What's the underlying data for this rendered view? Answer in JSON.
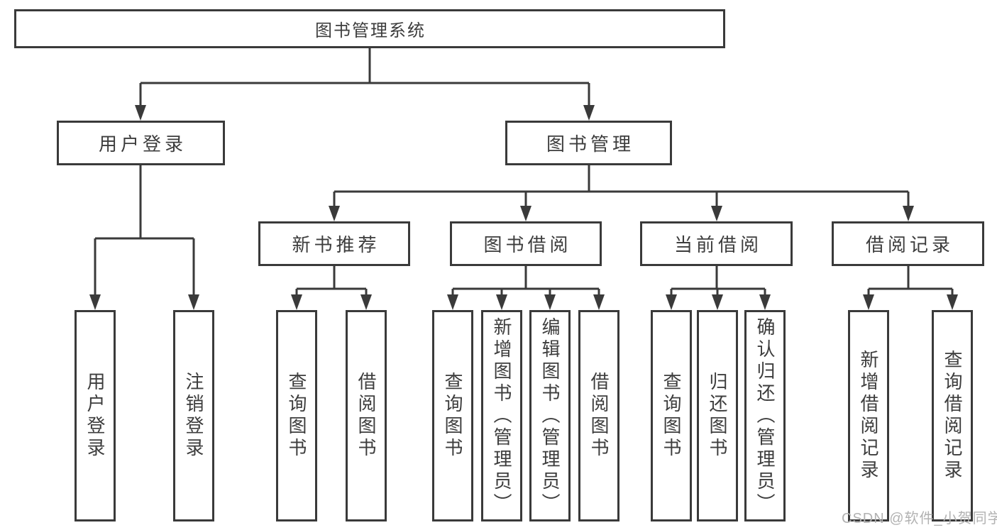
{
  "diagram": {
    "type": "functional-structure-tree",
    "nodes": {
      "root": {
        "label": "图书管理系统"
      },
      "login": {
        "label": "用户登录"
      },
      "management": {
        "label": "图书管理"
      },
      "login_children": [
        {
          "label": "用户登录"
        },
        {
          "label": "注销登录"
        }
      ],
      "management_children": [
        {
          "label": "新书推荐"
        },
        {
          "label": "图书借阅"
        },
        {
          "label": "当前借阅"
        },
        {
          "label": "借阅记录"
        }
      ],
      "new_book_children": [
        {
          "label": "查询图书"
        },
        {
          "label": "借阅图书"
        }
      ],
      "book_borrowing_children": [
        {
          "label": "查询图书"
        },
        {
          "label": "新增图书（管理员）"
        },
        {
          "label": "编辑图书（管理员）"
        },
        {
          "label": "借阅图书"
        }
      ],
      "current_borrowing_children": [
        {
          "label": "查询图书"
        },
        {
          "label": "归还图书"
        },
        {
          "label": "确认归还（管理员）"
        }
      ],
      "borrowing_record_children": [
        {
          "label": "新增借阅记录"
        },
        {
          "label": "查询借阅记录"
        }
      ]
    }
  },
  "watermark": {
    "text": "CSDN @软件_小贺同学"
  },
  "colors": {
    "line": "#3a3a3a",
    "text": "#3d3d3d",
    "box_background": "#ffffff",
    "page_background": "#ffffff",
    "watermark": "#b2b2b2"
  }
}
